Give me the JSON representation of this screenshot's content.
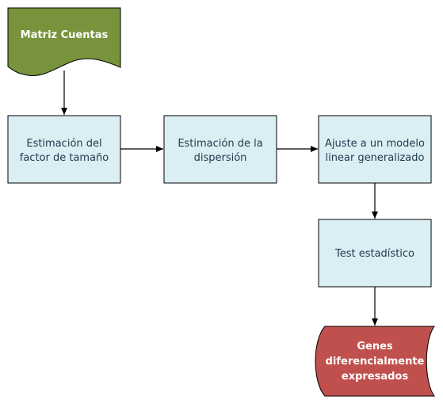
{
  "nodes": {
    "input": {
      "label": "Matriz Cuentas",
      "fill": "#77933c"
    },
    "size_factor": {
      "line1": "Estimación del",
      "line2": "factor de tamaño"
    },
    "dispersion": {
      "line1": "Estimación de la",
      "line2": "dispersión"
    },
    "glm": {
      "line1": "Ajuste a un modelo",
      "line2": "linear generalizado"
    },
    "test": {
      "label": "Test estadístico"
    },
    "output": {
      "line1": "Genes",
      "line2": "diferencialmente",
      "line3": "expresados",
      "fill": "#c0504d"
    }
  },
  "colors": {
    "process_fill": "#daeef3",
    "stroke": "#000000",
    "process_text": "#1f3a4d",
    "terminal_text": "#ffffff"
  }
}
